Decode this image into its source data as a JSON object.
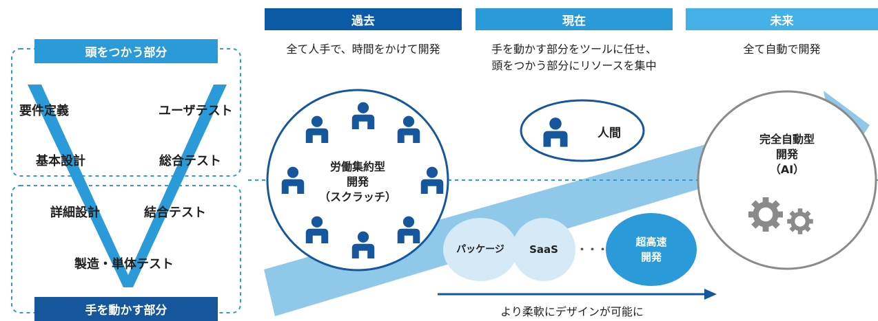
{
  "colors": {
    "past": "#0b5aa6",
    "present": "#2a9bd8",
    "future": "#45b1e6",
    "dark_blue": "#15569c",
    "light_arrow": "#90c8ea",
    "gray_ring": "#8a8a8a"
  },
  "vmodel": {
    "top_box": "頭をつかう部分",
    "bottom_box": "手を動かす部分",
    "left": [
      "要件定義",
      "基本設計",
      "詳細設計"
    ],
    "right": [
      "ユーザテスト",
      "総合テスト",
      "結合テスト"
    ],
    "bottom": "製造・単体テスト"
  },
  "eras": [
    {
      "header": "過去",
      "desc": "全て人手で、時間をかけて開発"
    },
    {
      "header": "現在",
      "desc": "手を動かす部分をツールに任せ、\n頭をつかう部分にリソースを集中"
    },
    {
      "header": "未来",
      "desc": "全て自動で開発"
    }
  ],
  "labor": {
    "title": "労働集約型",
    "line2": "開発",
    "line3": "（スクラッチ）"
  },
  "human": {
    "label": "人間"
  },
  "future_circle": {
    "line1": "完全自動型",
    "line2": "開発",
    "line3": "（AI）"
  },
  "tools": {
    "pkg": "パッケージ",
    "saas": "SaaS",
    "dots": "・・・",
    "fast1": "超高速",
    "fast2": "開発"
  },
  "bottom_note": "より柔軟にデザインが可能に",
  "icons": {
    "person": "person-icon",
    "gear": "gear-icon"
  }
}
